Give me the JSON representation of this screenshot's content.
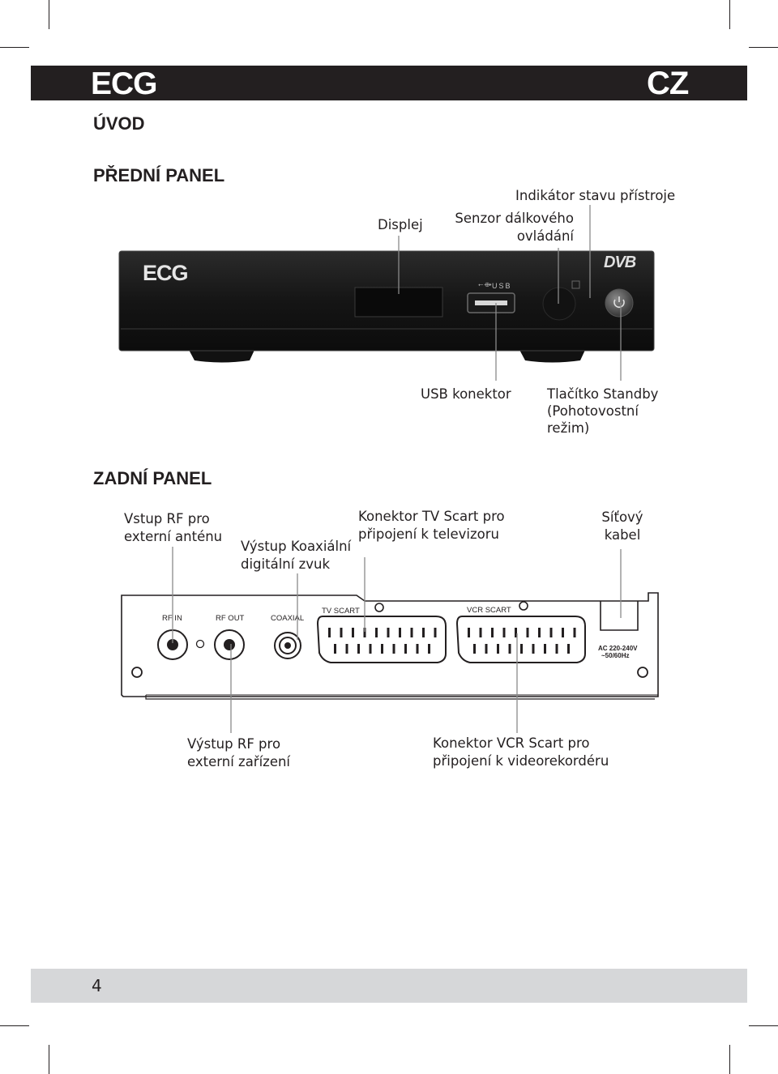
{
  "header": {
    "brand": "ECG",
    "language": "CZ"
  },
  "title": "ÚVOD",
  "front_panel": {
    "heading": "PŘEDNÍ PANEL",
    "device_logo": "ECG",
    "usb_label": "USB",
    "dvb_logo": "DVB",
    "labels": {
      "display": "Displej",
      "ir_sensor_line1": "Senzor dálkového",
      "ir_sensor_line2": "ovládání",
      "status_indicator": "Indikátor stavu přístroje",
      "usb_connector": "USB konektor",
      "standby_line1": "Tlačítko Standby",
      "standby_line2": "(Pohotovostní",
      "standby_line3": "režim)"
    }
  },
  "rear_panel": {
    "heading": "ZADNÍ PANEL",
    "ports": {
      "rf_in": "RF IN",
      "rf_out": "RF OUT",
      "coaxial": "COAXIAL",
      "tv_scart": "TV SCART",
      "vcr_scart": "VCR SCART",
      "ac_line1": "AC 220-240V",
      "ac_line2": "~50/60Hz"
    },
    "labels": {
      "rf_in_line1": "Vstup RF pro",
      "rf_in_line2": "externí anténu",
      "coax_line1": "Výstup Koaxiální",
      "coax_line2": "digitální zvuk",
      "tv_scart_line1": "Konektor TV Scart pro",
      "tv_scart_line2": "připojení k televizoru",
      "power_line1": "Síťový",
      "power_line2": "kabel",
      "rf_out_line1": "Výstup RF pro",
      "rf_out_line2": "externí zařízení",
      "vcr_scart_line1": "Konektor VCR Scart pro",
      "vcr_scart_line2": "připojení k videorekordéru"
    }
  },
  "footer": {
    "page_number": "4"
  },
  "colors": {
    "dark": "#231f20",
    "footer_gray": "#d6d7d9",
    "device_body": "#1e1e1e"
  }
}
